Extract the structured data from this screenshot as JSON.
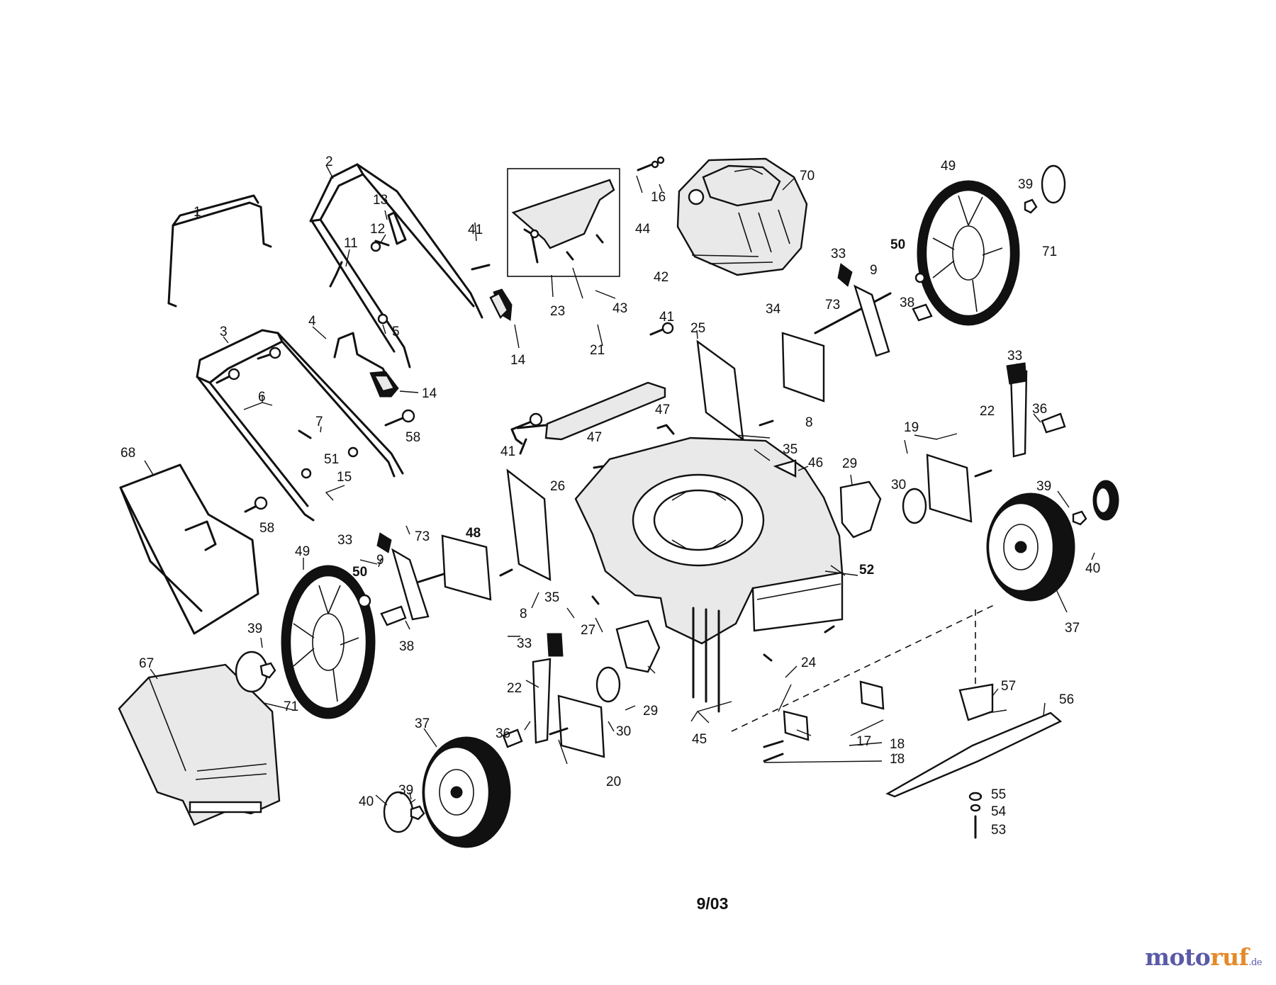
{
  "date_code": "9/03",
  "watermark": {
    "part_a": "moto",
    "part_b": "ruf",
    "tld": ".de"
  },
  "labels": {
    "l1": "1",
    "l2": "2",
    "l3": "3",
    "l4": "4",
    "l5": "5",
    "l6": "6",
    "l7": "7",
    "l8a": "8",
    "l8b": "8",
    "l9a": "9",
    "l9b": "9",
    "l11": "11",
    "l12": "12",
    "l13": "13",
    "l14a": "14",
    "l14b": "14",
    "l15": "15",
    "l16": "16",
    "l17": "17",
    "l18a": "18",
    "l18b": "18",
    "l19": "19",
    "l20": "20",
    "l21": "21",
    "l22a": "22",
    "l22b": "22",
    "l23": "23",
    "l24": "24",
    "l25": "25",
    "l26": "26",
    "l27": "27",
    "l29a": "29",
    "l29b": "29",
    "l30a": "30",
    "l30b": "30",
    "l33a": "33",
    "l33b": "33",
    "l33c": "33",
    "l33d": "33",
    "l34": "34",
    "l35a": "35",
    "l35b": "35",
    "l36a": "36",
    "l36b": "36",
    "l37a": "37",
    "l37b": "37",
    "l38a": "38",
    "l38b": "38",
    "l39a": "39",
    "l39b": "39",
    "l39c": "39",
    "l39d": "39",
    "l40a": "40",
    "l40b": "40",
    "l41a": "41",
    "l41b": "41",
    "l41c": "41",
    "l42": "42",
    "l43": "43",
    "l44": "44",
    "l45": "45",
    "l46": "46",
    "l47a": "47",
    "l47b": "47",
    "l48": "48",
    "l49a": "49",
    "l49b": "49",
    "l50a": "50",
    "l50b": "50",
    "l51": "51",
    "l52": "52",
    "l53": "53",
    "l54": "54",
    "l55": "55",
    "l56": "56",
    "l57": "57",
    "l58a": "58",
    "l58b": "58",
    "l67": "67",
    "l68": "68",
    "l70": "70",
    "l71a": "71",
    "l71b": "71",
    "l73a": "73",
    "l73b": "73"
  }
}
